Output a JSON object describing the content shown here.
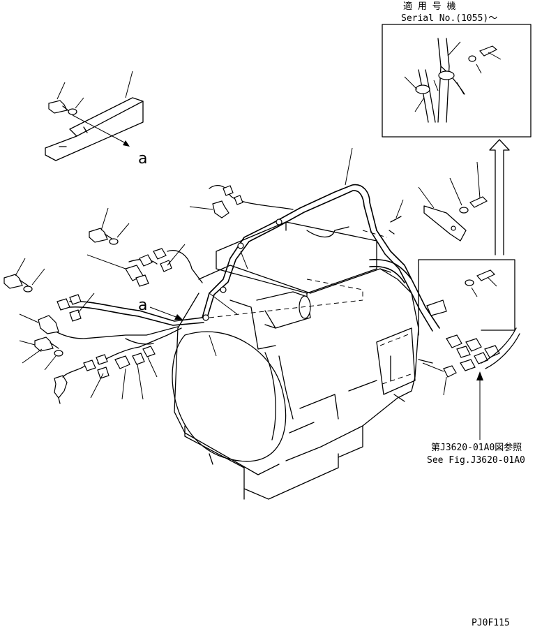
{
  "serial_note": {
    "title_jp": "適 用 号 機",
    "serial": "Serial No.(1055)～"
  },
  "reference": {
    "jp": "第J3620-01A0図参照",
    "en": "See Fig.J3620-01A0"
  },
  "detail_label_upper": "a",
  "detail_label_lower": "a",
  "drawing_code": "PJ0F115"
}
